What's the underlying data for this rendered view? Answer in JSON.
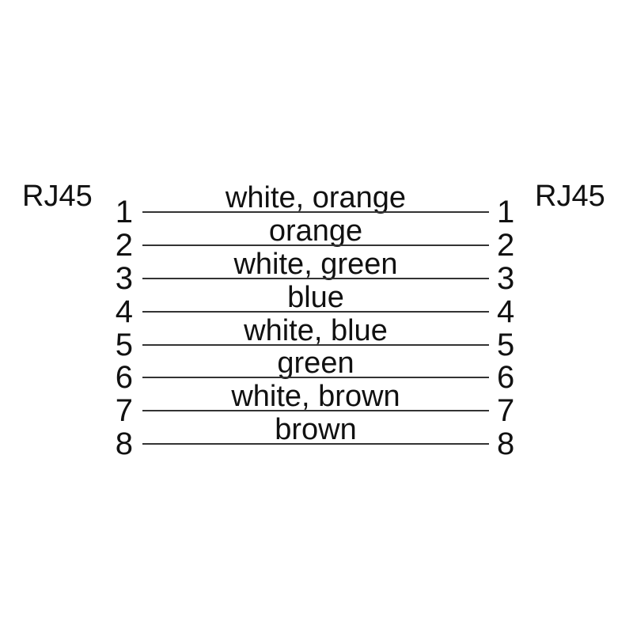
{
  "diagram": {
    "left_connector_label": "RJ45",
    "right_connector_label": "RJ45",
    "wires": [
      {
        "pin_left": "1",
        "pin_right": "1",
        "label": "white, orange"
      },
      {
        "pin_left": "2",
        "pin_right": "2",
        "label": "orange"
      },
      {
        "pin_left": "3",
        "pin_right": "3",
        "label": "white, green"
      },
      {
        "pin_left": "4",
        "pin_right": "4",
        "label": "blue"
      },
      {
        "pin_left": "5",
        "pin_right": "5",
        "label": "white, blue"
      },
      {
        "pin_left": "6",
        "pin_right": "6",
        "label": "green"
      },
      {
        "pin_left": "7",
        "pin_right": "7",
        "label": "white, brown"
      },
      {
        "pin_left": "8",
        "pin_right": "8",
        "label": "brown"
      }
    ],
    "colors": {
      "background": "#ffffff",
      "text": "#111111",
      "line": "#333333"
    }
  }
}
